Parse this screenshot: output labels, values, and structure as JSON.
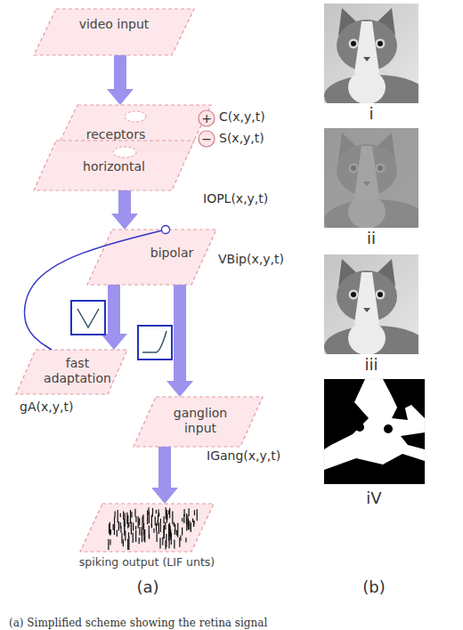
{
  "diagram": {
    "caption": "(a) Simplified scheme showing the retina signal",
    "nodes": [
      {
        "text": [
          "video input"
        ]
      },
      {
        "text": [
          "receptors"
        ]
      },
      {
        "text": [
          "horizontal"
        ]
      },
      {
        "text": [
          "bipolar"
        ]
      },
      {
        "text": [
          "fast adaptation"
        ]
      },
      {
        "text": [
          "ganglion input"
        ]
      },
      {
        "text": [
          "spiking output (LIF unts)"
        ]
      }
    ],
    "edges": [
      {
        "from": 0,
        "to": 1,
        "arrow": "to"
      },
      {
        "from": 2,
        "to": 3,
        "arrow": "to"
      },
      {
        "from": 3,
        "to": 4,
        "arrow": "to"
      },
      {
        "from": 3,
        "to": 5,
        "arrow": "to"
      },
      {
        "from": 4,
        "to": 3,
        "arrow": "to"
      },
      {
        "from": 5,
        "to": 6,
        "arrow": "to"
      }
    ],
    "labels": [
      "+",
      "C(x,y,t)",
      "−",
      "S(x,y,t)",
      "IOPL(x,y,t)",
      "VBip(x,y,t)",
      "gA(x,y,t)",
      "IGang(x,y,t)",
      "i",
      "ii",
      "iii",
      "iV",
      "(a)",
      "(b)"
    ]
  }
}
